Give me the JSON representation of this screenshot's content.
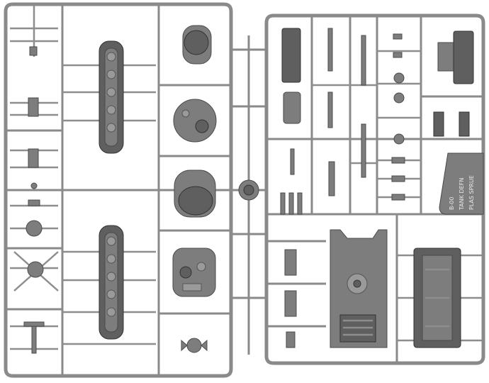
{
  "image": {
    "subject": "plastic model kit sprue with tank parts",
    "embossed_text": [
      "B-00",
      "TANK DEFN",
      "PLAS SPRUE"
    ]
  },
  "colors": {
    "plastic": "#8a8a8a",
    "shadow": "#4a4a4a",
    "background": "#ffffff"
  }
}
